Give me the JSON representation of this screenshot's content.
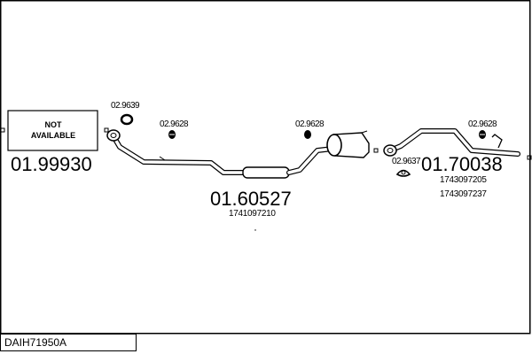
{
  "diagram_code": "DAIH71950A",
  "not_available_box": {
    "line1": "NOT",
    "line2": "AVAILABLE",
    "part_number": "01.99930"
  },
  "front_pipe": {
    "part_number": "01.60527",
    "oem": "1741097210"
  },
  "rear_pipe": {
    "part_number": "01.70038",
    "oem": [
      "1743097205",
      "1743097237"
    ]
  },
  "accessories": {
    "ring_front": "02.9639",
    "clamp_front": "02.9628",
    "clamp_middle": "02.9628",
    "clamp_rear": "02.9628",
    "gasket_rear": "02.9637"
  }
}
